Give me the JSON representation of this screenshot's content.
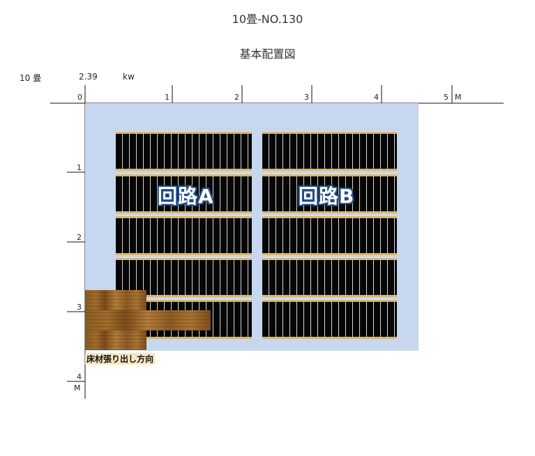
{
  "header": {
    "title": "10畳-NO.130",
    "subtitle": "基本配置図"
  },
  "info": {
    "room_size": "10 畳",
    "power_value": "2.39",
    "power_unit": "kw"
  },
  "x_axis": {
    "ticks": [
      "0",
      "1",
      "2",
      "3",
      "4",
      "5"
    ],
    "unit": "M"
  },
  "y_axis": {
    "ticks": [
      "1",
      "2",
      "3",
      "4"
    ],
    "unit": "M"
  },
  "circuits": [
    {
      "label": "回路A"
    },
    {
      "label": "回路B"
    }
  ],
  "flooring": {
    "label": "床材張り出し方向"
  },
  "colors": {
    "room_fill": "#c6d7ef",
    "panel_fill": "#060606",
    "panel_edge": "#d9b66f",
    "label_outline": "#244f86"
  }
}
